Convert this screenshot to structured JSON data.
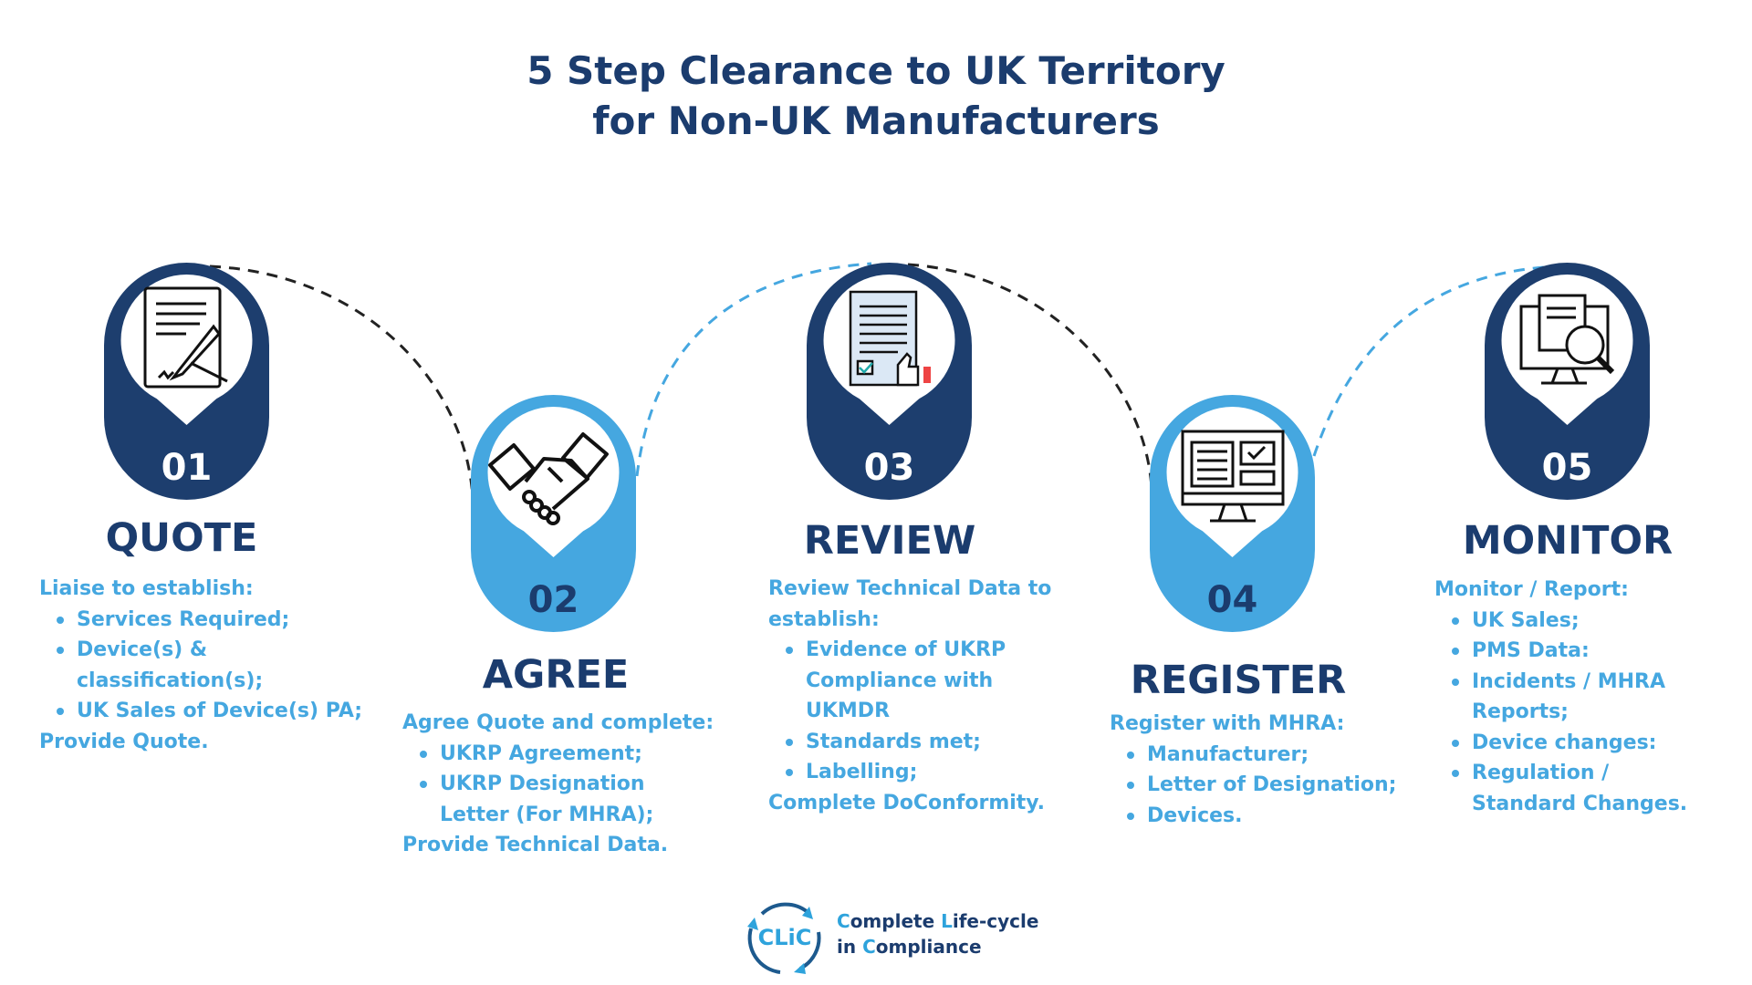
{
  "title": {
    "line1": "5 Step Clearance to UK Territory",
    "line2": "for Non-UK Manufacturers"
  },
  "colors": {
    "navy": "#1d3e6e",
    "light_blue": "#45a7e0"
  },
  "steps": [
    {
      "number": "01",
      "heading": "QUOTE",
      "icon": "contract-signing-icon",
      "intro": "Liaise to establish:",
      "bullets": [
        "Services Required;",
        "Device(s) &",
        "classification(s);",
        " UK Sales of Device(s) PA;"
      ],
      "outro": "Provide Quote."
    },
    {
      "number": "02",
      "heading": "AGREE",
      "icon": "handshake-icon",
      "intro": "Agree Quote and complete:",
      "bullets": [
        "UKRP Agreement;",
        "UKRP Designation",
        "Letter (For MHRA);"
      ],
      "outro": "Provide Technical Data."
    },
    {
      "number": "03",
      "heading": "REVIEW",
      "icon": "document-approval-icon",
      "intro": "Review Technical Data to",
      "intro2": "establish:",
      "bullets": [
        "Evidence of UKRP",
        "Compliance with",
        "UKMDR",
        "Standards met;",
        "Labelling;"
      ],
      "outro": "Complete DoConformity."
    },
    {
      "number": "04",
      "heading": "REGISTER",
      "icon": "computer-form-icon",
      "intro": "Register with MHRA:",
      "bullets": [
        "Manufacturer;",
        "Letter of Designation;",
        "Devices."
      ]
    },
    {
      "number": "05",
      "heading": "MONITOR",
      "icon": "monitor-search-icon",
      "intro": "Monitor / Report:",
      "bullets": [
        "UK Sales;",
        "PMS Data:",
        "Incidents / MHRA",
        "Reports;",
        "Device changes:",
        "Regulation  /",
        "Standard Changes."
      ]
    }
  ],
  "logo": {
    "mark": "CLiC",
    "line1_a": "C",
    "line1_b": "omplete ",
    "line1_c": "L",
    "line1_d": "ife-cycle",
    "line2_a": "in ",
    "line2_b": "C",
    "line2_c": "ompliance"
  }
}
